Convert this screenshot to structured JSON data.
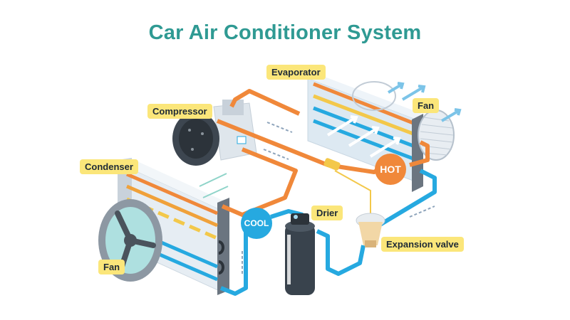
{
  "title": "Car Air Conditioner System",
  "labels": {
    "evaporator": "Evaporator",
    "evaporator_fan": "Fan",
    "compressor": "Compressor",
    "condenser": "Condenser",
    "condenser_fan": "Fan",
    "drier": "Drier",
    "expansion_valve": "Expansion valve"
  },
  "badges": {
    "hot": "HOT",
    "cool": "COOL"
  },
  "colors": {
    "title": "#2f9a93",
    "label_bg": "#fbe67a",
    "hot_pipe": "#f0883a",
    "cool_pipe": "#26a9e0",
    "airflow": "#7cc4e8",
    "metal": "#6b7580"
  }
}
